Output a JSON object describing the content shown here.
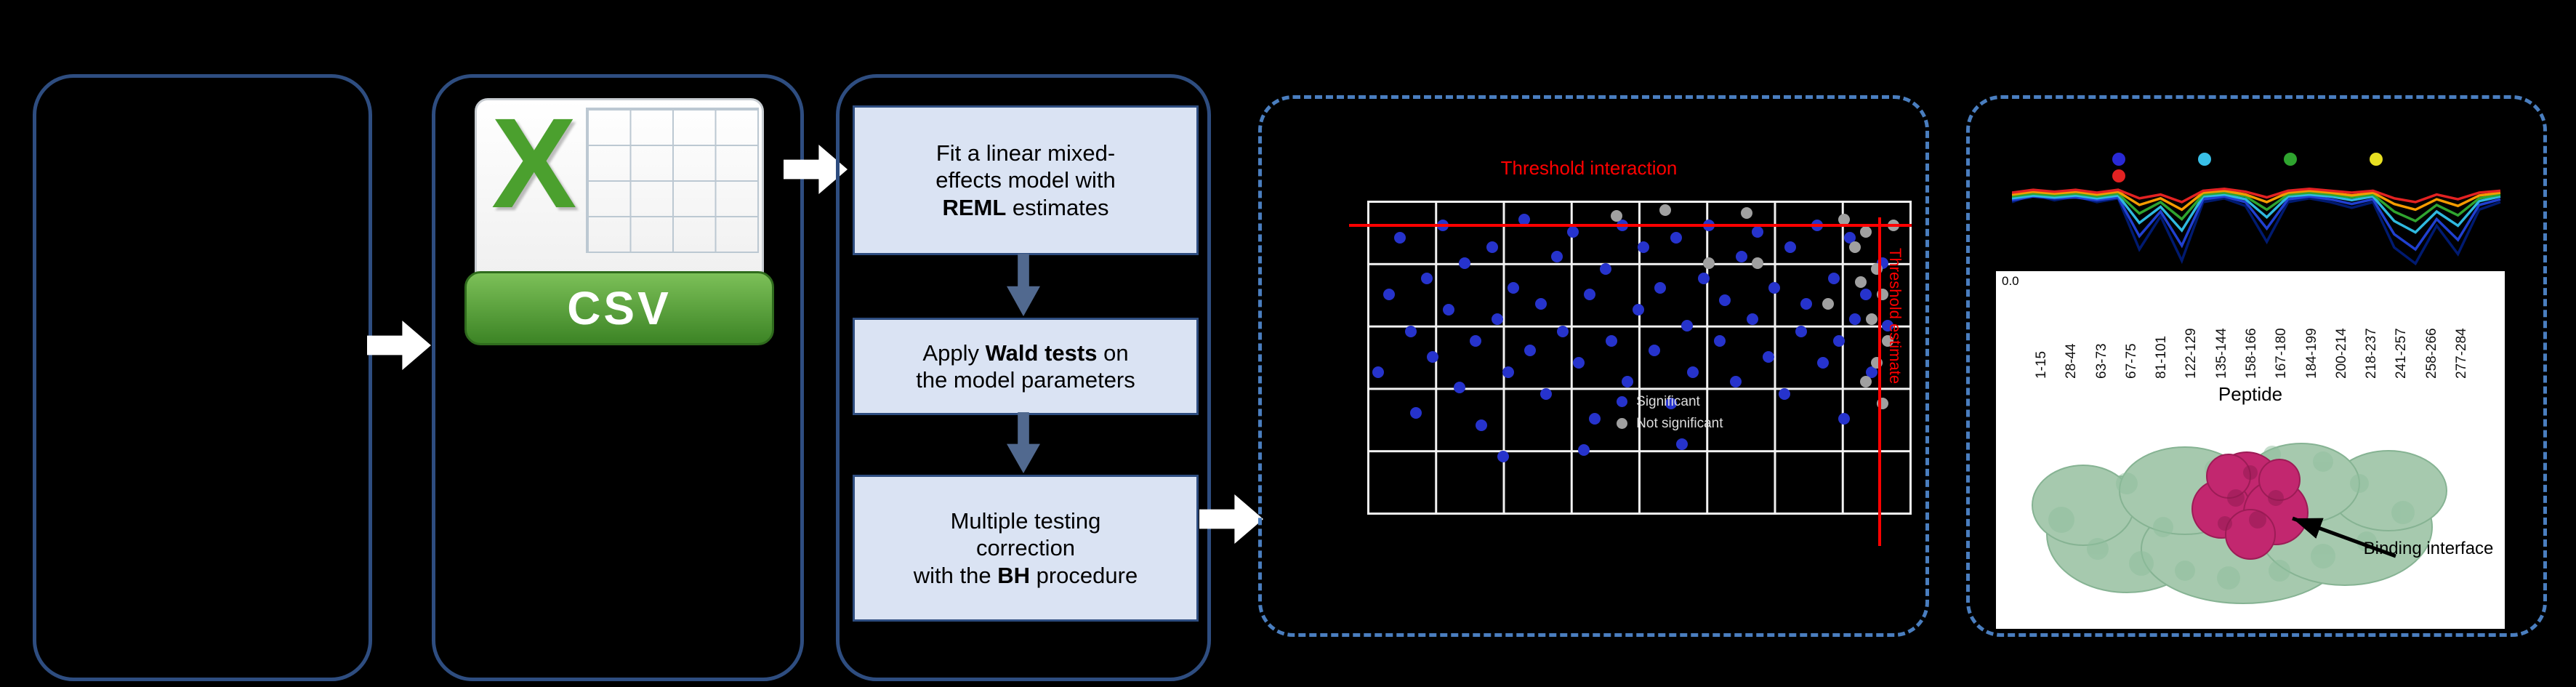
{
  "colors": {
    "background": "#000000",
    "solid_box_border": "#2e4d80",
    "dashed_box_border": "#4a7ebf",
    "step_fill": "#dae3f3",
    "step_arrow": "#51698f",
    "flow_arrow": "#ffffff",
    "threshold_red": "#ff0000",
    "significant_dot": "#2633cc",
    "nonsignificant_dot": "#a0a0a0"
  },
  "csv": {
    "x_letter": "X",
    "label": "CSV"
  },
  "pipeline": {
    "steps": [
      {
        "lines": [
          [
            {
              "t": "Fit a linear mixed-"
            }
          ],
          [
            {
              "t": "effects model with"
            }
          ],
          [
            {
              "t": "REML",
              "b": true
            },
            {
              "t": " estimates"
            }
          ]
        ]
      },
      {
        "lines": [
          [
            {
              "t": "Apply "
            },
            {
              "t": "Wald tests",
              "b": true
            },
            {
              "t": " on"
            }
          ],
          [
            {
              "t": "the model parameters"
            }
          ]
        ]
      },
      {
        "lines": [
          [
            {
              "t": "Multiple testing"
            }
          ],
          [
            {
              "t": "correction"
            }
          ],
          [
            {
              "t": "with the "
            },
            {
              "t": "BH",
              "b": true
            },
            {
              "t": " procedure"
            }
          ]
        ]
      }
    ]
  },
  "volcano": {
    "title": "Threshold interaction",
    "side_label": "Threshold estimate",
    "legend": [
      {
        "label": "Significant",
        "color": "#2633cc"
      },
      {
        "label": "Not significant",
        "color": "#a0a0a0"
      }
    ],
    "blue_points": [
      [
        2,
        55
      ],
      [
        4,
        30
      ],
      [
        6,
        12
      ],
      [
        8,
        42
      ],
      [
        9,
        68
      ],
      [
        11,
        25
      ],
      [
        12,
        50
      ],
      [
        14,
        8
      ],
      [
        15,
        35
      ],
      [
        17,
        60
      ],
      [
        18,
        20
      ],
      [
        20,
        45
      ],
      [
        21,
        72
      ],
      [
        23,
        15
      ],
      [
        24,
        38
      ],
      [
        26,
        55
      ],
      [
        27,
        28
      ],
      [
        29,
        6
      ],
      [
        30,
        48
      ],
      [
        32,
        33
      ],
      [
        33,
        62
      ],
      [
        35,
        18
      ],
      [
        36,
        42
      ],
      [
        38,
        10
      ],
      [
        39,
        52
      ],
      [
        41,
        30
      ],
      [
        42,
        70
      ],
      [
        44,
        22
      ],
      [
        45,
        45
      ],
      [
        47,
        8
      ],
      [
        48,
        58
      ],
      [
        50,
        35
      ],
      [
        51,
        15
      ],
      [
        53,
        48
      ],
      [
        54,
        28
      ],
      [
        56,
        65
      ],
      [
        57,
        12
      ],
      [
        59,
        40
      ],
      [
        60,
        55
      ],
      [
        62,
        25
      ],
      [
        63,
        8
      ],
      [
        65,
        45
      ],
      [
        66,
        32
      ],
      [
        68,
        58
      ],
      [
        69,
        18
      ],
      [
        71,
        38
      ],
      [
        72,
        10
      ],
      [
        74,
        50
      ],
      [
        75,
        28
      ],
      [
        77,
        62
      ],
      [
        78,
        15
      ],
      [
        80,
        42
      ],
      [
        81,
        33
      ],
      [
        83,
        8
      ],
      [
        84,
        52
      ],
      [
        86,
        25
      ],
      [
        87,
        45
      ],
      [
        89,
        12
      ],
      [
        90,
        38
      ],
      [
        92,
        30
      ],
      [
        93,
        55
      ],
      [
        95,
        20
      ],
      [
        96,
        40
      ],
      [
        88,
        70
      ],
      [
        40,
        80
      ],
      [
        58,
        78
      ],
      [
        25,
        82
      ]
    ],
    "gray_points": [
      [
        46,
        5
      ],
      [
        55,
        3
      ],
      [
        63,
        20
      ],
      [
        70,
        4
      ],
      [
        88,
        6
      ],
      [
        90,
        15
      ],
      [
        92,
        10
      ],
      [
        94,
        22
      ],
      [
        95,
        30
      ],
      [
        93,
        38
      ],
      [
        96,
        45
      ],
      [
        94,
        52
      ],
      [
        92,
        58
      ],
      [
        95,
        65
      ],
      [
        72,
        20
      ],
      [
        85,
        33
      ],
      [
        97,
        8
      ],
      [
        91,
        26
      ]
    ]
  },
  "results": {
    "legend_dots": [
      "#2929d6",
      "#39c0e8",
      "#2fa42f",
      "#e8e022",
      "#e32222"
    ],
    "series": [
      {
        "color": "#001a70",
        "values": [
          0.3,
          0.22,
          0.28,
          0.24,
          0.3,
          0.26,
          0.8,
          0.45,
          0.92,
          0.3,
          0.26,
          0.34,
          0.72,
          0.3,
          0.26,
          0.3,
          0.36,
          0.3,
          0.78,
          0.95,
          0.55,
          0.85,
          0.38,
          0.3
        ]
      },
      {
        "color": "#2040d0",
        "values": [
          0.28,
          0.24,
          0.26,
          0.25,
          0.28,
          0.25,
          0.66,
          0.4,
          0.76,
          0.27,
          0.24,
          0.3,
          0.58,
          0.27,
          0.24,
          0.27,
          0.32,
          0.27,
          0.64,
          0.8,
          0.48,
          0.7,
          0.33,
          0.27
        ]
      },
      {
        "color": "#2fb9e0",
        "values": [
          0.26,
          0.23,
          0.25,
          0.23,
          0.26,
          0.23,
          0.52,
          0.35,
          0.6,
          0.24,
          0.22,
          0.27,
          0.46,
          0.24,
          0.22,
          0.24,
          0.28,
          0.24,
          0.5,
          0.62,
          0.4,
          0.55,
          0.29,
          0.24
        ]
      },
      {
        "color": "#2fa42f",
        "values": [
          0.24,
          0.21,
          0.23,
          0.21,
          0.24,
          0.21,
          0.42,
          0.3,
          0.48,
          0.22,
          0.2,
          0.24,
          0.38,
          0.22,
          0.2,
          0.22,
          0.25,
          0.22,
          0.4,
          0.5,
          0.33,
          0.44,
          0.26,
          0.22
        ]
      },
      {
        "color": "#f59b00",
        "values": [
          0.22,
          0.19,
          0.21,
          0.19,
          0.22,
          0.19,
          0.33,
          0.26,
          0.38,
          0.2,
          0.18,
          0.22,
          0.3,
          0.2,
          0.18,
          0.2,
          0.23,
          0.2,
          0.32,
          0.38,
          0.27,
          0.34,
          0.23,
          0.2
        ]
      },
      {
        "color": "#e32222",
        "values": [
          0.2,
          0.17,
          0.19,
          0.17,
          0.2,
          0.17,
          0.26,
          0.22,
          0.3,
          0.18,
          0.16,
          0.19,
          0.25,
          0.18,
          0.16,
          0.18,
          0.2,
          0.18,
          0.26,
          0.3,
          0.22,
          0.27,
          0.2,
          0.18
        ]
      }
    ],
    "y_tick": "0.0",
    "peptide_labels": [
      "1-15",
      "28-44",
      "63-73",
      "67-75",
      "81-101",
      "122-129",
      "135-144",
      "158-166",
      "167-180",
      "184-199",
      "200-214",
      "218-237",
      "241-257",
      "258-266",
      "277-284"
    ],
    "x_axis_title": "Peptide",
    "binding_label": "Binding interface"
  }
}
